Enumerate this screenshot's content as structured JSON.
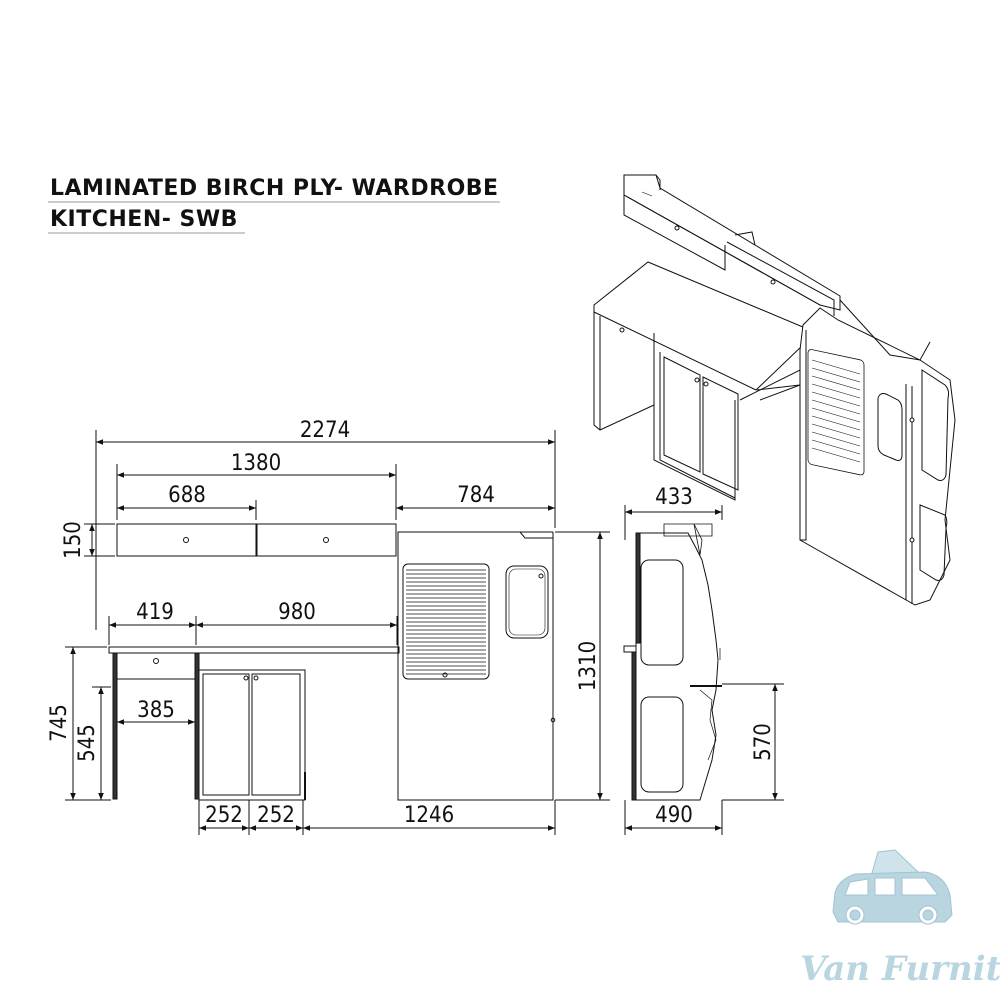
{
  "title": {
    "line1": "LAMINATED BIRCH PLY- WARDROBE",
    "line2": "KITCHEN- SWB"
  },
  "dimensions": {
    "overall_width": "2274",
    "upper_cabinets_width": "1380",
    "upper_cabinet_unit": "688",
    "wardrobe_width": "784",
    "upper_cabinet_height": "150",
    "worktop_left": "419",
    "worktop_right": "980",
    "leg_inner_width": "385",
    "overall_height_worktop": "745",
    "leg_height": "545",
    "door_width_left": "252",
    "door_width_right": "252",
    "wardrobe_base_width": "1246",
    "wardrobe_height": "1310",
    "side_top_depth": "433",
    "side_bottom_depth": "490",
    "side_lower_height": "570"
  },
  "brand": {
    "logo_text": "Van Furniture",
    "color": "#b9d6e0"
  }
}
